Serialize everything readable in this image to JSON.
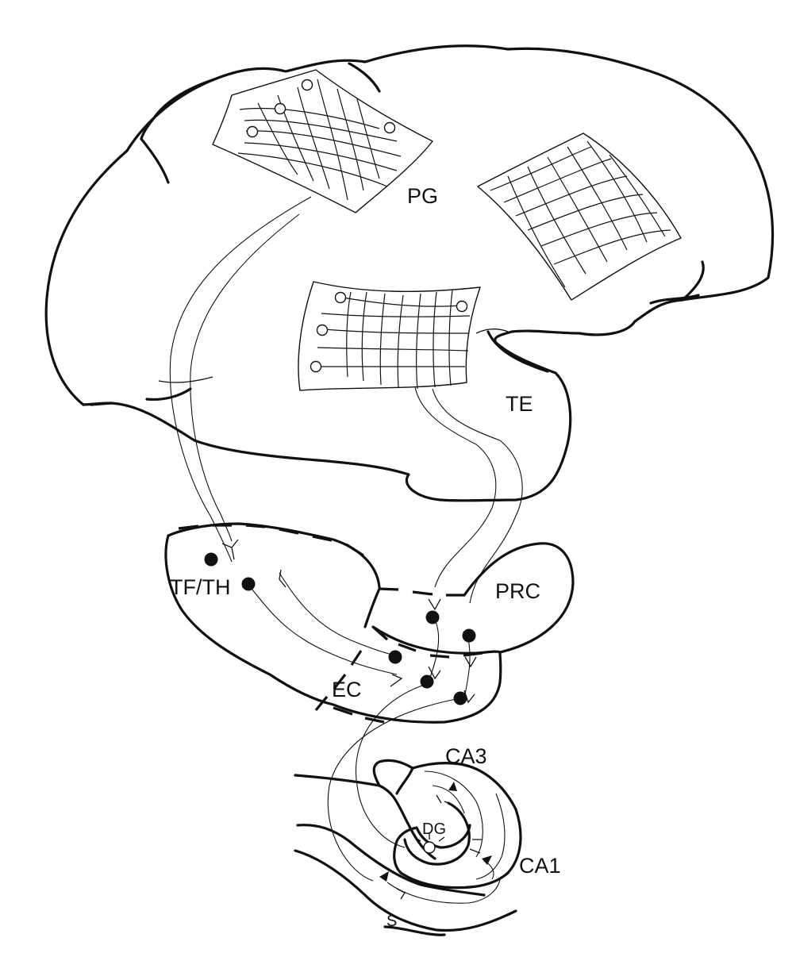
{
  "labels": {
    "pg": "PG",
    "te": "TE",
    "tfth": "TF/TH",
    "prc": "PRC",
    "ec": "EC",
    "ca3": "CA3",
    "dg": "DG",
    "ca1": "CA1",
    "s": "S"
  },
  "colors": {
    "ink": "#111111",
    "background": "#ffffff"
  }
}
